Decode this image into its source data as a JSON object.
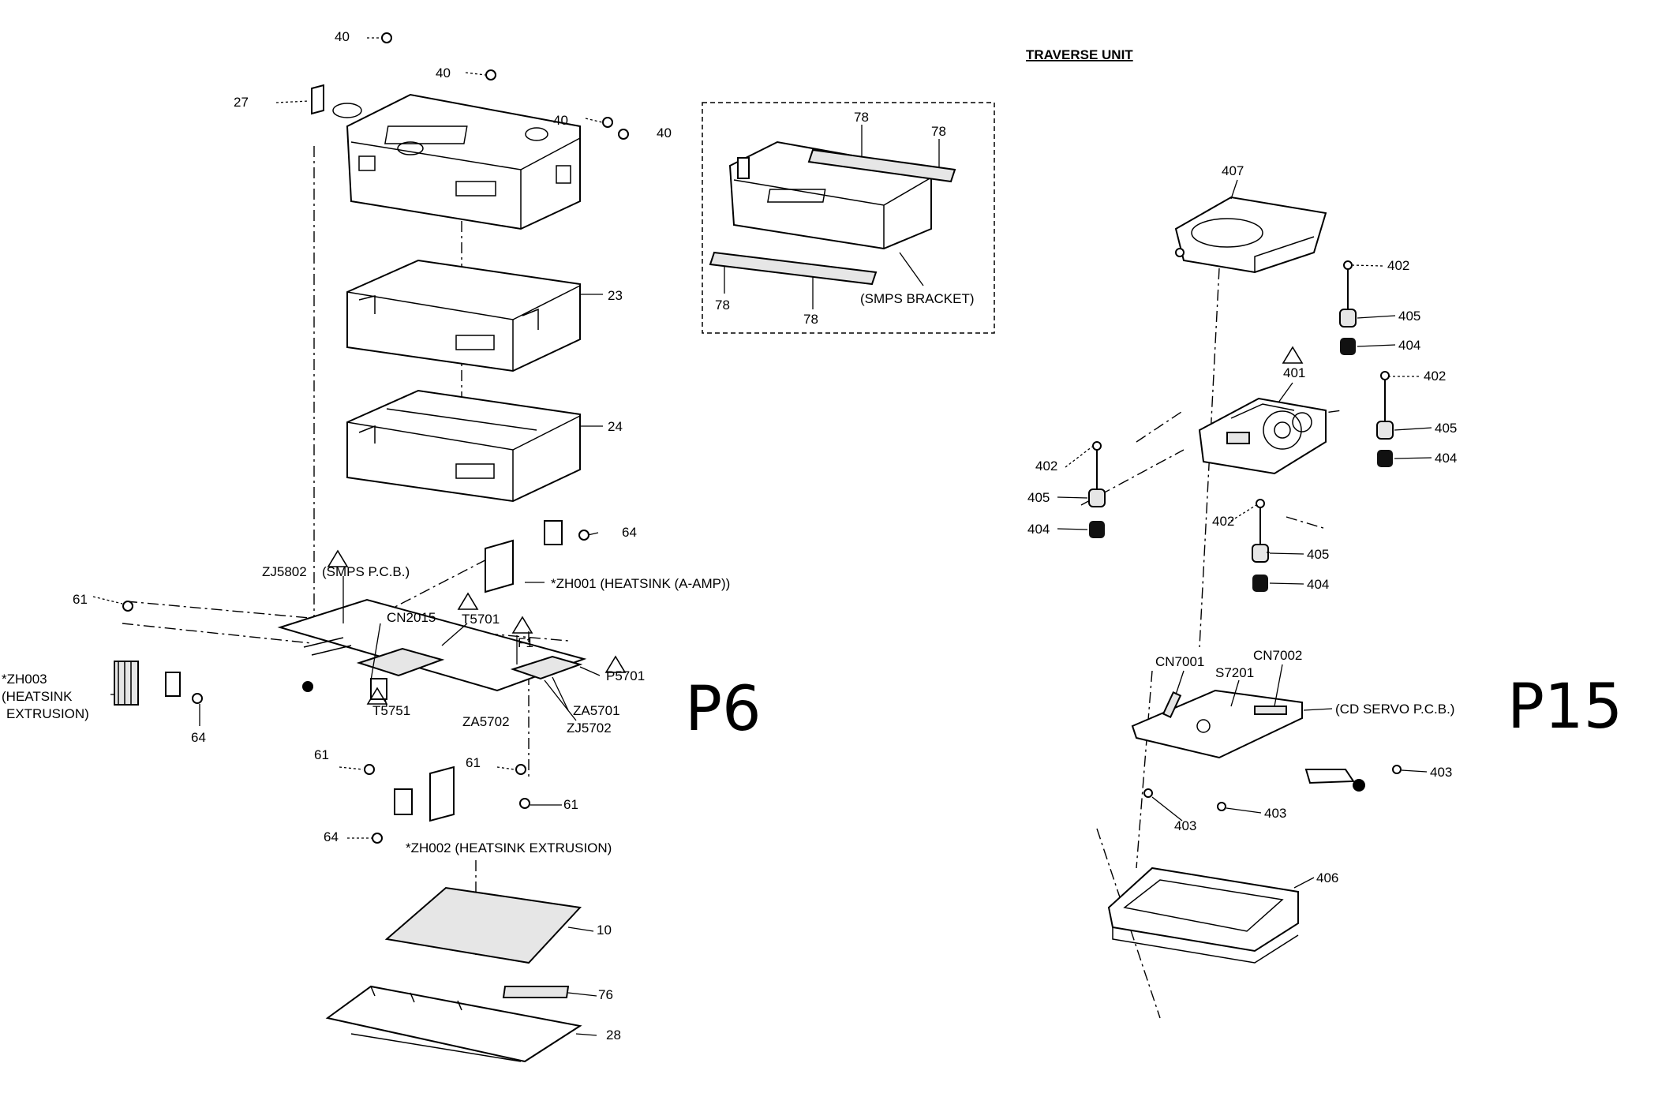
{
  "title": "TRAVERSE UNIT",
  "handwritten": {
    "left": "P6",
    "right": "P15"
  },
  "callouts": {
    "p40a": "40",
    "p40b": "40",
    "p40c": "40",
    "p40d": "40",
    "p27": "27",
    "p23": "23",
    "p24": "24",
    "p64a": "64",
    "p64b": "64",
    "p64c": "64",
    "zh001": "*ZH001 (HEATSINK (A-AMP))",
    "zj5802": "ZJ5802",
    "smps_pcb": "(SMPS P.C.B.)",
    "p61a": "61",
    "p61b": "61",
    "p61c": "61",
    "p61d": "61",
    "cn2015": "CN2015",
    "t5701": "T5701",
    "f1": "F1",
    "p5701": "P5701",
    "zh003_a": "*ZH003",
    "zh003_b": "(HEATSINK",
    "zh003_c": "EXTRUSION)",
    "t5751": "T5751",
    "za5702": "ZA5702",
    "za5701": "ZA5701",
    "zj5702": "ZJ5702",
    "zh002": "*ZH002 (HEATSINK EXTRUSION)",
    "p10": "10",
    "p76": "76",
    "p28": "28",
    "p78a": "78",
    "p78b": "78",
    "p78c": "78",
    "p78d": "78",
    "smps_bracket": "(SMPS BRACKET)",
    "p407": "407",
    "p402a": "402",
    "p402b": "402",
    "p402c": "402",
    "p402d": "402",
    "p405a": "405",
    "p405b": "405",
    "p405c": "405",
    "p405d": "405",
    "p404a": "404",
    "p404b": "404",
    "p404c": "404",
    "p404d": "404",
    "p401": "401",
    "cn7001": "CN7001",
    "s7201": "S7201",
    "cn7002": "CN7002",
    "cd_servo": "(CD SERVO P.C.B.)",
    "p403a": "403",
    "p403b": "403",
    "p403c": "403",
    "p406": "406"
  }
}
